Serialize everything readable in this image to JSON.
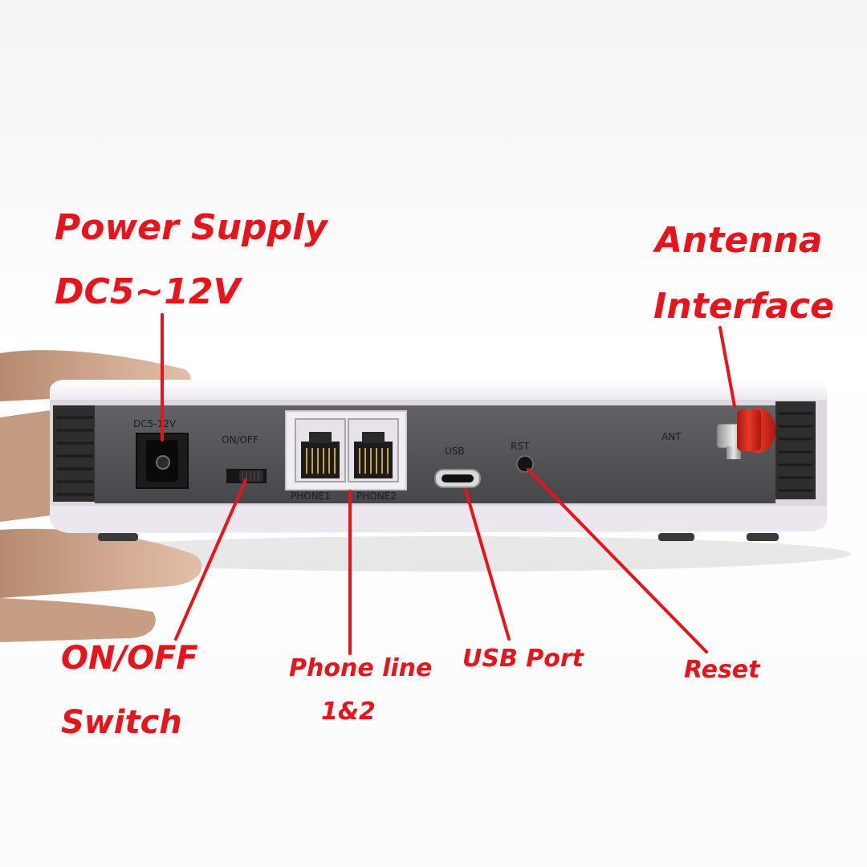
{
  "callouts": {
    "power_line1": "Power Supply",
    "power_line2": "DC5~12V",
    "antenna_line1": "Antenna",
    "antenna_line2": "Interface",
    "switch_line1": "ON/OFF",
    "switch_line2": "Switch",
    "phone_line1": "Phone line",
    "phone_line2": "1&2",
    "usb": "USB Port",
    "reset": "Reset"
  },
  "device_labels": {
    "dc": "DC5-12V",
    "onoff": "ON/OFF",
    "phone1": "PHONE1",
    "phone2": "PHONE2",
    "usb": "USB",
    "rst": "RST",
    "ant": "ANT"
  },
  "colors": {
    "callout_red": "#e8141b",
    "casing": "#f2eef3",
    "panel": "#555558",
    "antenna_connector": "#d42a1e"
  }
}
